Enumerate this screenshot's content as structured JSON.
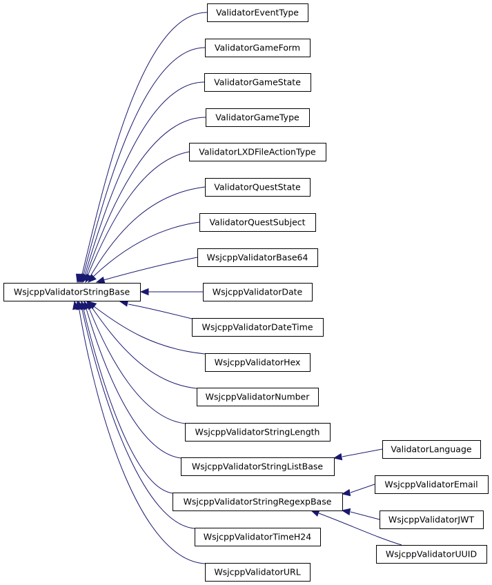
{
  "diagram": {
    "root": "WsjcppValidatorStringBase",
    "nodes": [
      {
        "id": "base",
        "label": "WsjcppValidatorStringBase"
      },
      {
        "id": "n0",
        "label": "ValidatorEventType"
      },
      {
        "id": "n1",
        "label": "ValidatorGameForm"
      },
      {
        "id": "n2",
        "label": "ValidatorGameState"
      },
      {
        "id": "n3",
        "label": "ValidatorGameType"
      },
      {
        "id": "n4",
        "label": "ValidatorLXDFileActionType"
      },
      {
        "id": "n5",
        "label": "ValidatorQuestState"
      },
      {
        "id": "n6",
        "label": "ValidatorQuestSubject"
      },
      {
        "id": "n7",
        "label": "WsjcppValidatorBase64"
      },
      {
        "id": "n8",
        "label": "WsjcppValidatorDate"
      },
      {
        "id": "n9",
        "label": "WsjcppValidatorDateTime"
      },
      {
        "id": "n10",
        "label": "WsjcppValidatorHex"
      },
      {
        "id": "n11",
        "label": "WsjcppValidatorNumber"
      },
      {
        "id": "n12",
        "label": "WsjcppValidatorStringLength"
      },
      {
        "id": "n13",
        "label": "WsjcppValidatorStringListBase"
      },
      {
        "id": "n14",
        "label": "WsjcppValidatorStringRegexpBase"
      },
      {
        "id": "n15",
        "label": "WsjcppValidatorTimeH24"
      },
      {
        "id": "n16",
        "label": "WsjcppValidatorURL"
      },
      {
        "id": "n17",
        "label": "ValidatorLanguage"
      },
      {
        "id": "n18",
        "label": "WsjcppValidatorEmail"
      },
      {
        "id": "n19",
        "label": "WsjcppValidatorJWT"
      },
      {
        "id": "n20",
        "label": "WsjcppValidatorUUID"
      }
    ],
    "edges": [
      {
        "from": "n0",
        "to": "base"
      },
      {
        "from": "n1",
        "to": "base"
      },
      {
        "from": "n2",
        "to": "base"
      },
      {
        "from": "n3",
        "to": "base"
      },
      {
        "from": "n4",
        "to": "base"
      },
      {
        "from": "n5",
        "to": "base"
      },
      {
        "from": "n6",
        "to": "base"
      },
      {
        "from": "n7",
        "to": "base"
      },
      {
        "from": "n8",
        "to": "base"
      },
      {
        "from": "n9",
        "to": "base"
      },
      {
        "from": "n10",
        "to": "base"
      },
      {
        "from": "n11",
        "to": "base"
      },
      {
        "from": "n12",
        "to": "base"
      },
      {
        "from": "n13",
        "to": "base"
      },
      {
        "from": "n14",
        "to": "base"
      },
      {
        "from": "n15",
        "to": "base"
      },
      {
        "from": "n16",
        "to": "base"
      },
      {
        "from": "n17",
        "to": "n13"
      },
      {
        "from": "n18",
        "to": "n14"
      },
      {
        "from": "n19",
        "to": "n14"
      },
      {
        "from": "n20",
        "to": "n14"
      }
    ],
    "colors": {
      "edge": "#191970",
      "node_border": "#000000",
      "node_fill": "#ffffff",
      "text": "#000000"
    }
  }
}
